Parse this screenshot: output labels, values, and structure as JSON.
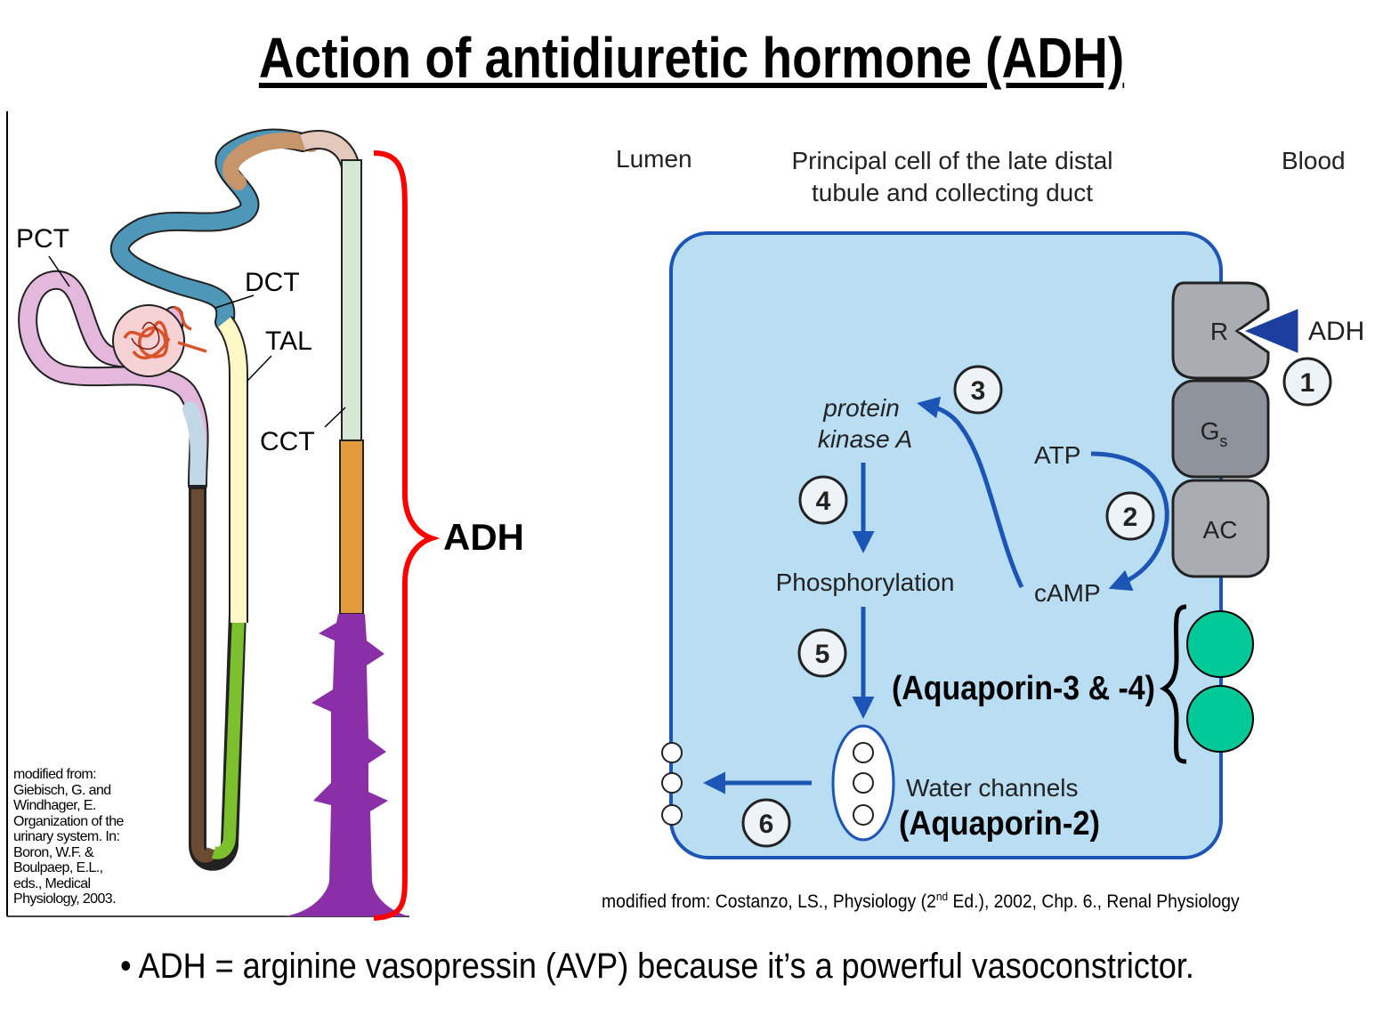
{
  "title": "Action of antidiuretic hormone (ADH)",
  "nephron": {
    "labels": {
      "pct": "PCT",
      "dct": "DCT",
      "tal": "TAL",
      "cct": "CCT"
    },
    "brace_label": "ADH",
    "credit_lines": [
      "modified from:",
      "Giebisch, G. and",
      "Windhager, E.",
      "Organization of the",
      "urinary system. In:",
      "Boron, W.F. &",
      "Boulpaep, E.L.,",
      "eds., Medical",
      "Physiology, 2003."
    ]
  },
  "cell": {
    "lumen_label": "Lumen",
    "cell_title_line1": "Principal cell of the late distal",
    "cell_title_line2": "tubule and collecting duct",
    "blood_label": "Blood",
    "receptor": "R",
    "gs": "G",
    "gs_sub": "s",
    "ac": "AC",
    "adh": "ADH",
    "pka_line1": "protein",
    "pka_line2": "kinase A",
    "atp": "ATP",
    "camp": "cAMP",
    "phosphorylation": "Phosphorylation",
    "steps": [
      "1",
      "2",
      "3",
      "4",
      "5",
      "6"
    ],
    "aquaporin34": "(Aquaporin-3 & -4)",
    "water_channels": "Water channels",
    "aquaporin2": "(Aquaporin-2)",
    "credit_prefix": "modified  from: Costanzo, LS., Physiology  (2",
    "credit_sup": "nd",
    "credit_suffix": " Ed.), 2002, Chp. 6., Renal Physiology"
  },
  "colors": {
    "cell_fill": "#b9def4",
    "cell_stroke": "#1c55b5",
    "arrow": "#1c55b5",
    "membrane_protein": "#a9acb3",
    "aquaporin_green": "#00c896",
    "brace_red": "#ff0000",
    "pct": "#e3b8dc",
    "dct_blue": "#4f97b8",
    "tal_cream": "#fdf8c6",
    "cct_mint": "#d4e8d4",
    "medulla_orange": "#e39a3a",
    "inner_purple": "#8b2fa8"
  },
  "bullet": "• ADH = arginine vasopressin (AVP) because it’s a powerful vasoconstrictor."
}
